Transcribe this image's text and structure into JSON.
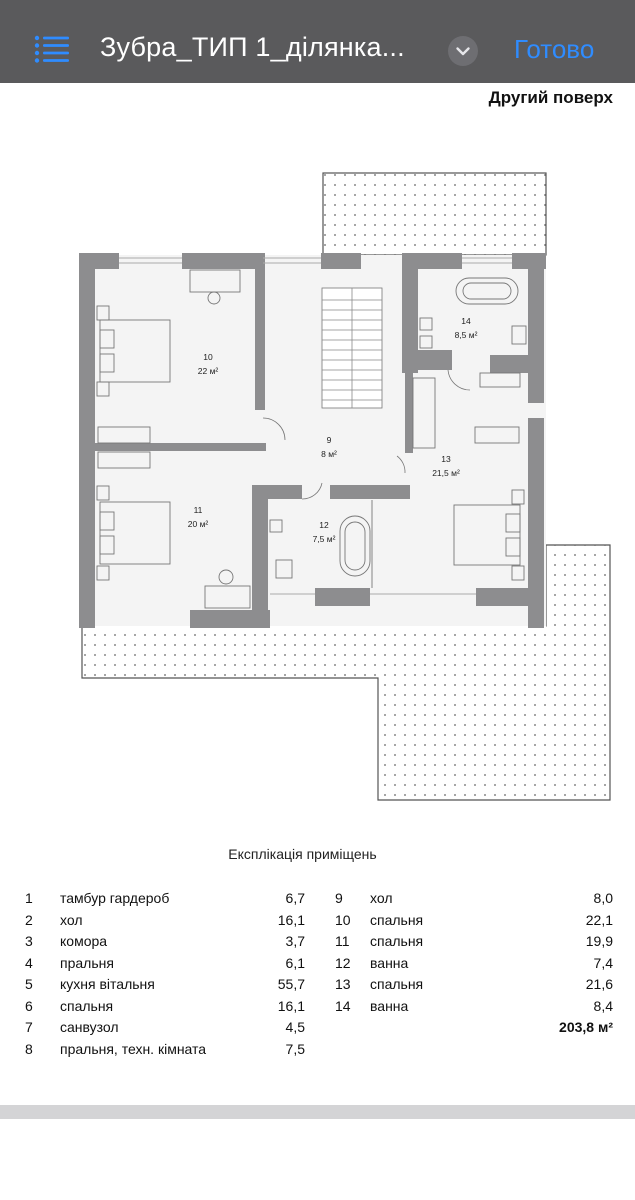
{
  "nav": {
    "title": "Зубра_ТИП 1_ділянка...",
    "done_label": "Готово",
    "accent_color": "#2f8cff",
    "list_icon": "list-icon",
    "chevron_icon": "chevron-down-icon"
  },
  "plan": {
    "title": "Другий поверх",
    "rooms": [
      {
        "num": "10",
        "area": "22 м²"
      },
      {
        "num": "9",
        "area": "8 м²"
      },
      {
        "num": "14",
        "area": "8,5 м²"
      },
      {
        "num": "13",
        "area": "21,5 м²"
      },
      {
        "num": "11",
        "area": "20 м²"
      },
      {
        "num": "12",
        "area": "7,5 м²"
      }
    ]
  },
  "explication": {
    "title": "Експлікація приміщень",
    "left": [
      {
        "num": "1",
        "name": "тамбур гардероб",
        "area": "6,7"
      },
      {
        "num": "2",
        "name": "хол",
        "area": "16,1"
      },
      {
        "num": "3",
        "name": "комора",
        "area": "3,7"
      },
      {
        "num": "4",
        "name": "пральня",
        "area": "6,1"
      },
      {
        "num": "5",
        "name": "кухня вітальня",
        "area": "55,7"
      },
      {
        "num": "6",
        "name": "спальня",
        "area": "16,1"
      },
      {
        "num": "7",
        "name": "санвузол",
        "area": "4,5"
      },
      {
        "num": "8",
        "name": "пральня, техн. кімната",
        "area": "7,5"
      }
    ],
    "right": [
      {
        "num": "9",
        "name": "хол",
        "area": "8,0"
      },
      {
        "num": "10",
        "name": "спальня",
        "area": "22,1"
      },
      {
        "num": "11",
        "name": "спальня",
        "area": "19,9"
      },
      {
        "num": "12",
        "name": "ванна",
        "area": "7,4"
      },
      {
        "num": "13",
        "name": "спальня",
        "area": "21,6"
      },
      {
        "num": "14",
        "name": "ванна",
        "area": "8,4"
      }
    ],
    "total": "203,8 м²"
  }
}
